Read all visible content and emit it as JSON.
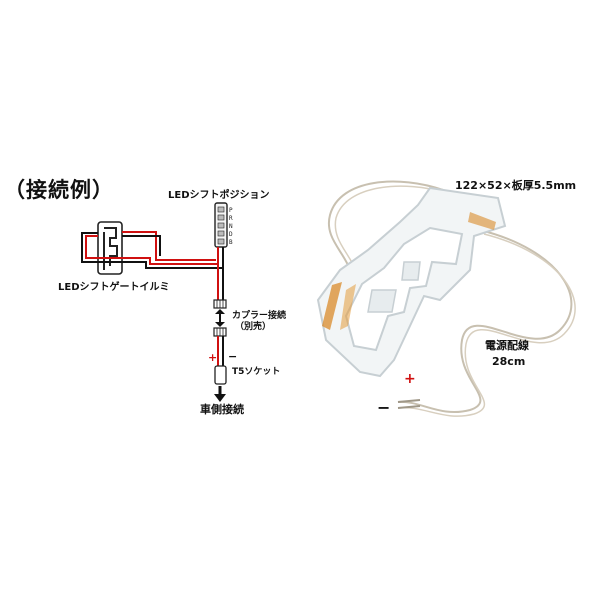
{
  "heading": "（接続例）",
  "wiring_diagram": {
    "led_shift_position": "LEDシフトポジション",
    "gear_letters": [
      "P",
      "R",
      "N",
      "D",
      "B"
    ],
    "led_shift_gate": "LEDシフトゲートイルミ",
    "coupler": "カプラー接続",
    "coupler_note": "（別売）",
    "plus": "+",
    "minus": "−",
    "t5_socket": "T5ソケット",
    "vehicle_side": "車側接続"
  },
  "product_photo": {
    "dimensions": "122×52×板厚5.5mm",
    "power_wire": "電源配線",
    "wire_length": "28cm",
    "plus": "+",
    "minus": "−"
  },
  "colors": {
    "wire_red": "#d01010",
    "wire_black": "#111111",
    "led_orange": "#d98a2a"
  }
}
